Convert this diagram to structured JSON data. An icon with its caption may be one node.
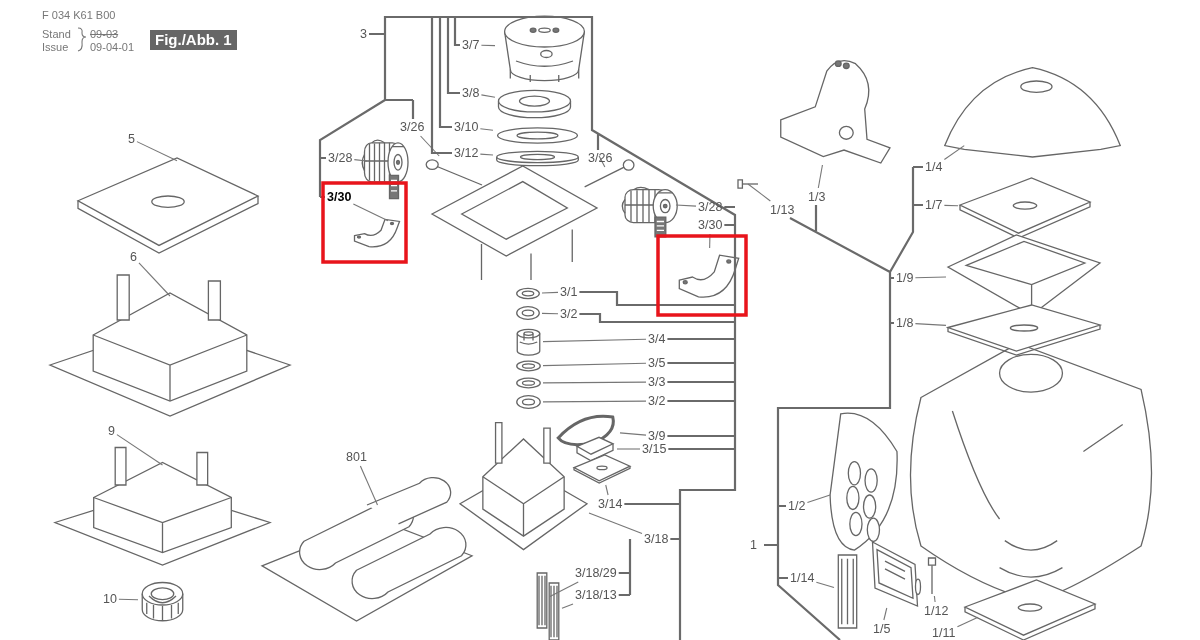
{
  "diagram": {
    "nodes": [
      {
        "text": [
          "5"
        ]
      },
      {
        "text": [],
        "shape": "picture"
      },
      {
        "text": [
          "6"
        ]
      },
      {
        "text": [],
        "shape": "picture"
      },
      {
        "text": [
          "9"
        ]
      },
      {
        "text": [],
        "shape": "picture"
      },
      {
        "text": [
          "10"
        ]
      },
      {
        "text": [],
        "shape": "picture"
      },
      {
        "text": [
          "801"
        ]
      },
      {
        "text": [],
        "shape": "picture"
      },
      {
        "text": [
          "3/7"
        ]
      },
      {
        "text": [],
        "shape": "picture"
      },
      {
        "text": [
          "3/8"
        ]
      },
      {
        "text": [],
        "shape": "picture"
      },
      {
        "text": [
          "3/10"
        ]
      },
      {
        "text": [],
        "shape": "picture"
      },
      {
        "text": [
          "3/12"
        ]
      },
      {
        "text": [],
        "shape": "picture"
      },
      {
        "text": [
          "3/26"
        ]
      },
      {
        "text": [],
        "shape": "picture"
      },
      {
        "text": [
          "3/28"
        ]
      },
      {
        "text": [],
        "shape": "picture"
      },
      {
        "text": [
          "3/30"
        ]
      },
      {
        "text": [],
        "shape": "picture"
      },
      {
        "text": [
          "3/26"
        ]
      },
      {
        "text": [],
        "shape": "picture"
      },
      {
        "text": [
          "3/28"
        ]
      },
      {
        "text": [],
        "shape": "picture"
      },
      {
        "text": [
          "3/30"
        ]
      },
      {
        "text": [],
        "shape": "picture"
      },
      {
        "text": [
          "3/1"
        ]
      },
      {
        "text": [],
        "shape": "picture"
      },
      {
        "text": [
          "3/2"
        ]
      },
      {
        "text": [],
        "shape": "picture"
      },
      {
        "text": [
          "3/4"
        ]
      },
      {
        "text": [],
        "shape": "picture"
      },
      {
        "text": [
          "3/5"
        ]
      },
      {
        "text": [],
        "shape": "picture"
      },
      {
        "text": [
          "3/3"
        ]
      },
      {
        "text": [],
        "shape": "picture"
      },
      {
        "text": [
          "3/2"
        ]
      },
      {
        "text": [],
        "shape": "picture"
      },
      {
        "text": [
          "3/9"
        ]
      },
      {
        "text": [],
        "shape": "picture"
      },
      {
        "text": [
          "3/15"
        ]
      },
      {
        "text": [],
        "shape": "picture"
      },
      {
        "text": [
          "3/14"
        ]
      },
      {
        "text": [],
        "shape": "picture"
      },
      {
        "text": [
          "3/18"
        ]
      },
      {
        "text": [],
        "shape": "picture"
      },
      {
        "text": [
          "3/18/29"
        ]
      },
      {
        "text": [],
        "shape": "picture"
      },
      {
        "text": [
          "3/18/13"
        ]
      },
      {
        "text": [],
        "shape": "picture"
      },
      {
        "text": [
          "1/13"
        ]
      },
      {
        "text": [],
        "shape": "picture"
      },
      {
        "text": [
          "1/3"
        ]
      },
      {
        "text": [],
        "shape": "picture"
      },
      {
        "text": [
          "1/4"
        ]
      },
      {
        "text": [],
        "shape": "picture"
      },
      {
        "text": [
          "1/7"
        ]
      },
      {
        "text": [],
        "shape": "picture"
      },
      {
        "text": [
          "1/9"
        ]
      },
      {
        "text": [],
        "shape": "picture"
      },
      {
        "text": [
          "1/8"
        ]
      },
      {
        "text": [],
        "shape": "picture"
      },
      {
        "text": [
          "1/2"
        ]
      },
      {
        "text": [],
        "shape": "picture"
      },
      {
        "text": [
          "1/14"
        ]
      },
      {
        "text": [],
        "shape": "picture"
      },
      {
        "text": [
          "1/5"
        ]
      },
      {
        "text": [],
        "shape": "picture"
      },
      {
        "text": [
          "1/12"
        ]
      },
      {
        "text": [],
        "shape": "picture"
      },
      {
        "text": [
          "1/11"
        ]
      },
      {
        "text": [],
        "shape": "picture"
      }
    ],
    "edges": [
      {
        "from": 0,
        "to": 1,
        "arrow": "none"
      },
      {
        "from": 2,
        "to": 3,
        "arrow": "none"
      },
      {
        "from": 4,
        "to": 5,
        "arrow": "none"
      },
      {
        "from": 6,
        "to": 7,
        "arrow": "none"
      },
      {
        "from": 8,
        "to": 9,
        "arrow": "none"
      },
      {
        "from": 10,
        "to": 11,
        "arrow": "none"
      },
      {
        "from": 12,
        "to": 13,
        "arrow": "none"
      },
      {
        "from": 14,
        "to": 15,
        "arrow": "none"
      },
      {
        "from": 16,
        "to": 17,
        "arrow": "none"
      },
      {
        "from": 18,
        "to": 19,
        "arrow": "none"
      },
      {
        "from": 20,
        "to": 21,
        "arrow": "none"
      },
      {
        "from": 22,
        "to": 23,
        "arrow": "none"
      },
      {
        "from": 24,
        "to": 25,
        "arrow": "none"
      },
      {
        "from": 26,
        "to": 27,
        "arrow": "none"
      },
      {
        "from": 28,
        "to": 29,
        "arrow": "none"
      },
      {
        "from": 30,
        "to": 31,
        "arrow": "none"
      },
      {
        "from": 32,
        "to": 33,
        "arrow": "none"
      },
      {
        "from": 34,
        "to": 35,
        "arrow": "none"
      },
      {
        "from": 36,
        "to": 37,
        "arrow": "none"
      },
      {
        "from": 38,
        "to": 39,
        "arrow": "none"
      },
      {
        "from": 40,
        "to": 41,
        "arrow": "none"
      },
      {
        "from": 42,
        "to": 43,
        "arrow": "none"
      },
      {
        "from": 44,
        "to": 45,
        "arrow": "none"
      },
      {
        "from": 46,
        "to": 47,
        "arrow": "none"
      },
      {
        "from": 48,
        "to": 49,
        "arrow": "none"
      },
      {
        "from": 50,
        "to": 51,
        "arrow": "none"
      },
      {
        "from": 52,
        "to": 53,
        "arrow": "none"
      },
      {
        "from": 54,
        "to": 55,
        "arrow": "none"
      },
      {
        "from": 56,
        "to": 57,
        "arrow": "none"
      },
      {
        "from": 58,
        "to": 59,
        "arrow": "none"
      },
      {
        "from": 60,
        "to": 61,
        "arrow": "none"
      },
      {
        "from": 62,
        "to": 63,
        "arrow": "none"
      },
      {
        "from": 64,
        "to": 65,
        "arrow": "none"
      },
      {
        "from": 66,
        "to": 67,
        "arrow": "none"
      },
      {
        "from": 68,
        "to": 69,
        "arrow": "none"
      },
      {
        "from": 70,
        "to": 71,
        "arrow": "none"
      },
      {
        "from": 72,
        "to": 73,
        "arrow": "none"
      },
      {
        "from": 74,
        "to": 75,
        "arrow": "none"
      }
    ],
    "labels": [
      "F 034 K61 B00",
      "Stand",
      "Issue",
      "09-03",
      "09-04-01",
      "Fig./Abb. 1",
      "3",
      "1"
    ]
  }
}
